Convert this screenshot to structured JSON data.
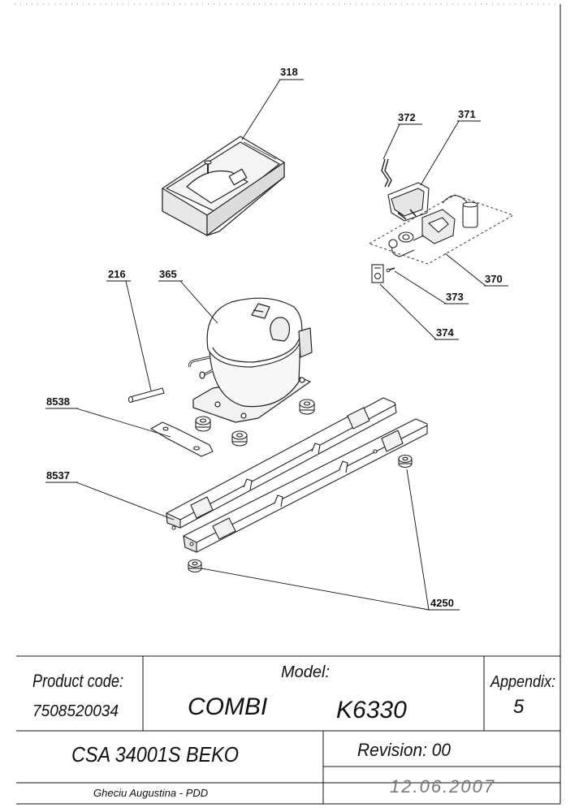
{
  "callouts": {
    "c318": "318",
    "c372": "372",
    "c371": "371",
    "c370": "370",
    "c373": "373",
    "c374": "374",
    "c216": "216",
    "c365": "365",
    "c8538": "8538",
    "c8537": "8537",
    "c4250": "4250"
  },
  "title_block": {
    "product_code_label": "Product code:",
    "product_code_value": "7508520034",
    "model_label": "Model:",
    "model_name": "COMBI",
    "model_number": "K6330",
    "appendix_label": "Appendix:",
    "appendix_value": "5",
    "compressor": "CSA 34001S BEKO",
    "revision": "Revision: 00",
    "author": "Gheciu Augustina - PDD",
    "date": "12.06.2007"
  },
  "colors": {
    "ink": "#111111",
    "paper": "#ffffff"
  }
}
